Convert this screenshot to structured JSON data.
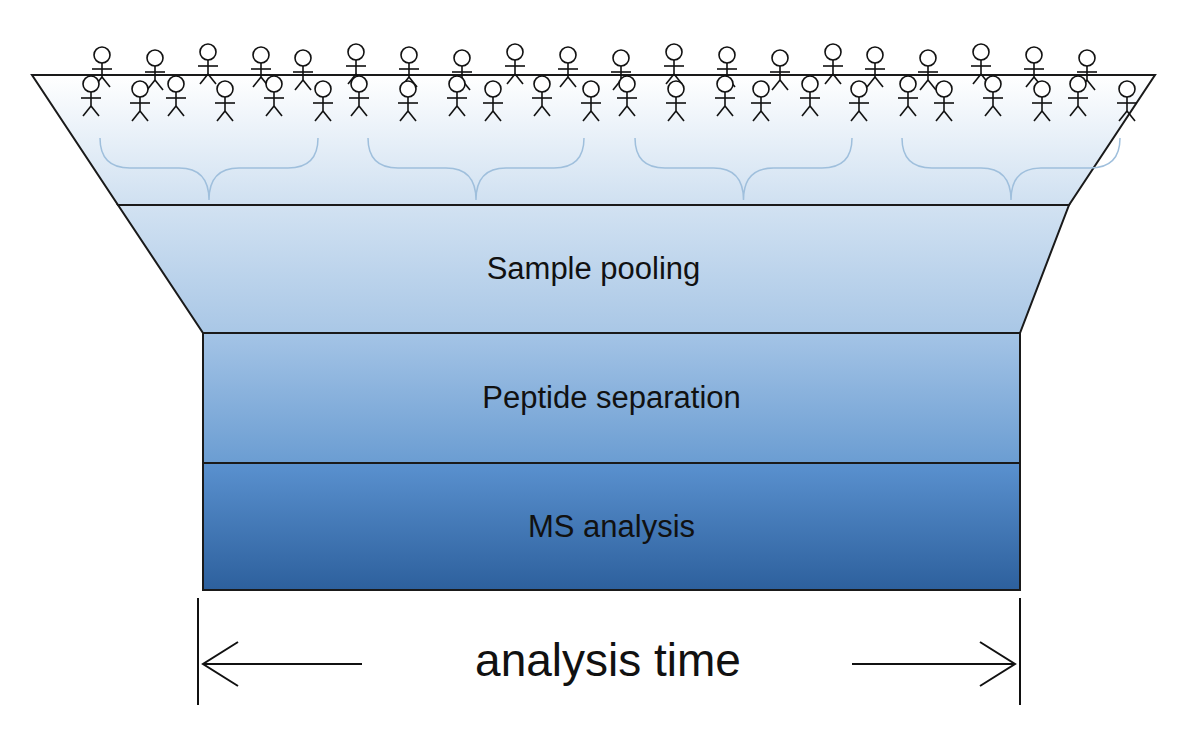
{
  "diagram": {
    "nodes": [
      {
        "text": [
          "Sample pooling"
        ]
      },
      {
        "text": [
          "Peptide separation"
        ]
      },
      {
        "text": [
          "MS analysis"
        ]
      }
    ],
    "labels": [
      "analysis time"
    ]
  }
}
